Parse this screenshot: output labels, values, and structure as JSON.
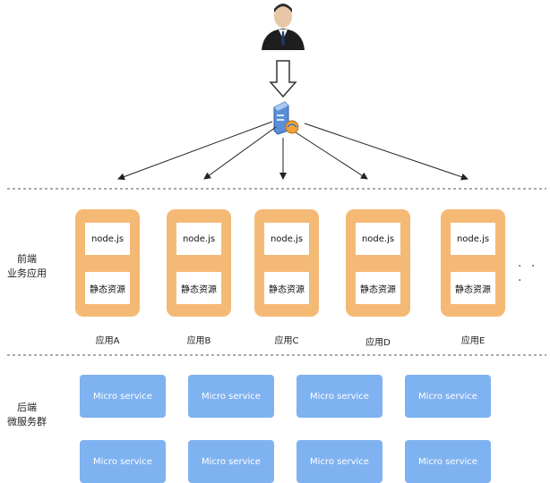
{
  "frontend_label": {
    "line1": "前端",
    "line2": "业务应用"
  },
  "backend_label": {
    "line1": "后端",
    "line2": "微服务群"
  },
  "apps": [
    {
      "top": "node.js",
      "bottom": "静态资源",
      "name": "应用A"
    },
    {
      "top": "node.js",
      "bottom": "静态资源",
      "name": "应用B"
    },
    {
      "top": "node.js",
      "bottom": "静态资源",
      "name": "应用C"
    },
    {
      "top": "node.js",
      "bottom": "静态资源",
      "name": "应用D"
    },
    {
      "top": "node.js",
      "bottom": "静态资源",
      "name": "应用E"
    }
  ],
  "more_apps": "· · ·",
  "microservices": [
    "Micro service",
    "Micro service",
    "Micro service",
    "Micro service",
    "Micro service",
    "Micro service",
    "Micro service",
    "Micro service"
  ],
  "colors": {
    "app_fill": "#f5b976",
    "microservice_fill": "#7fb2f0",
    "divider": "#555555"
  },
  "icons": {
    "user": "user-icon",
    "server": "server-icon"
  }
}
